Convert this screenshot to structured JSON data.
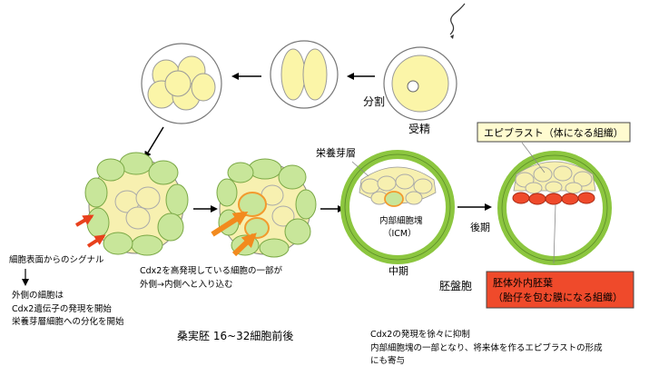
{
  "labels": {
    "fertilization": "受精",
    "cleavage": "分割",
    "trophoblast": "栄養芽層",
    "icm_name": "内部細胞塊",
    "icm_abbr": "（ICM）",
    "mid_stage": "中期",
    "late_stage": "後期",
    "blastocyst": "胚盤胞",
    "epiblast": "エピブラスト（体になる組織）",
    "extraembryonic_line1": "胚体外内胚葉",
    "extraembryonic_line2": "（胎仔を包む膜になる組織）",
    "surface_signal": "細胞表面からのシグナル",
    "outer_cells_line1": "外側の細胞は",
    "outer_cells_line2": "Cdx2遺伝子の発現を開始",
    "outer_cells_line3": "栄養芽層細胞への分化を開始",
    "cdx2_move_line1": "Cdx2を高発現している細胞の一部が",
    "cdx2_move_line2": "外側→内側へと入り込む",
    "morula": "桑実胚 16~32細胞前後",
    "cdx2_suppress_line1": "Cdx2の発現を徐々に抑制",
    "cdx2_suppress_line2": "内部細胞塊の一部となり、将来体を作るエピブラストの形成",
    "cdx2_suppress_line3": "にも寄与"
  },
  "colors": {
    "yolk": "#fbf5a8",
    "outer_cell": "#c8e69a",
    "inner_cell": "#f7f0b0",
    "shell": "#8cc63f",
    "cdx2_highlight": "#f29a2e",
    "extraembryonic": "#ef4a2b",
    "arrow": "#000000",
    "signal_arrow": "#e8401c"
  }
}
